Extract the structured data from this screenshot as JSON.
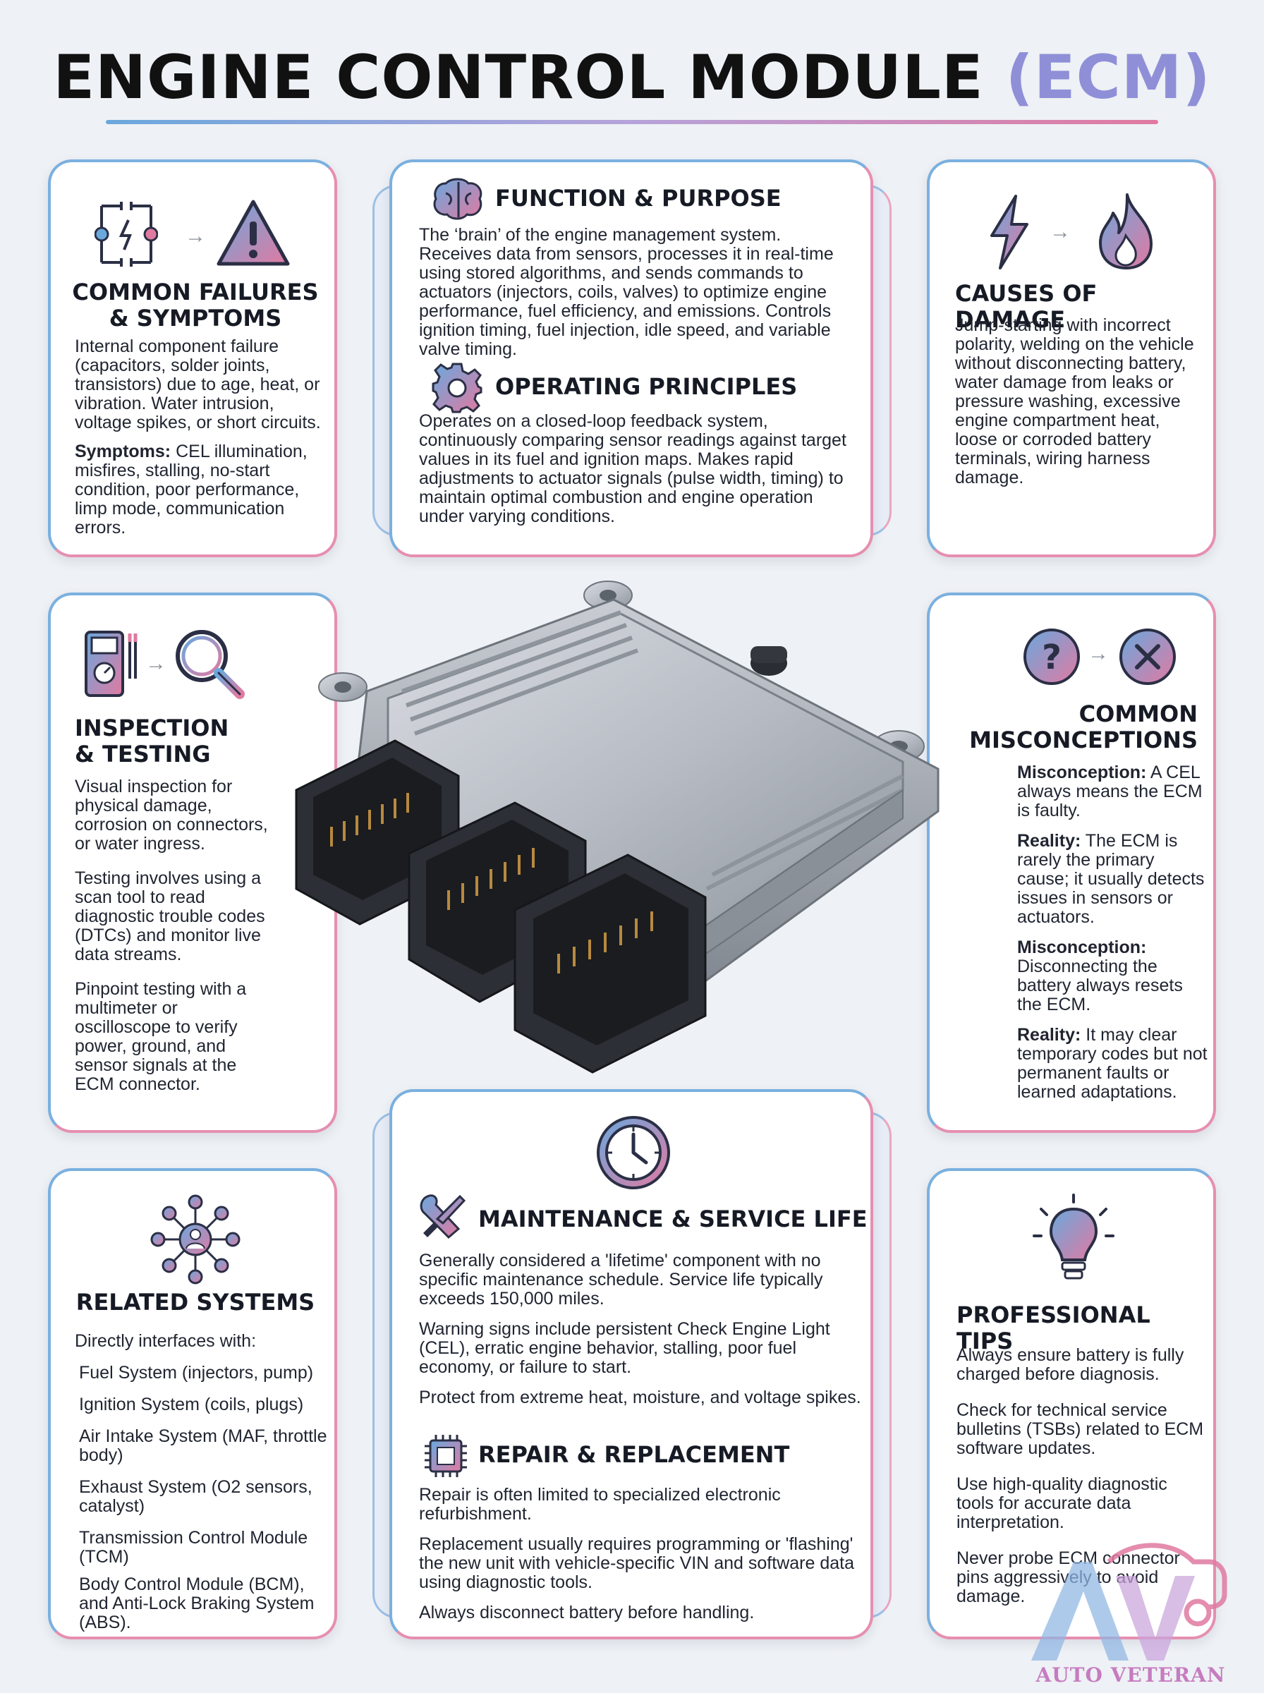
{
  "title": {
    "main": "ENGINE CONTROL MODULE",
    "accent": "(ECM)"
  },
  "failures": {
    "heading_1": "COMMON FAILURES",
    "heading_2": "& SYMPTOMS",
    "text": "Internal component failure (capacitors, solder joints, transistors) due to age, heat, or vibration. Water intrusion, voltage spikes, or short circuits.",
    "symptoms_label": "Symptoms:",
    "symptoms_text": " CEL illumination, misfires, stalling, no-start condition, poor performance, limp mode, communication errors."
  },
  "function": {
    "heading": "FUNCTION & PURPOSE",
    "text": "The ‘brain’ of the engine management system. Receives data from sensors, processes it in real-time using stored algorithms, and sends commands to actuators (injectors, coils, valves) to optimize engine performance, fuel efficiency, and emissions. Controls ignition timing, fuel injection, idle speed, and variable valve timing."
  },
  "principles": {
    "heading": "OPERATING PRINCIPLES",
    "text": "Operates on a closed-loop feedback system, continuously comparing sensor readings against target values in its fuel and ignition maps. Makes rapid adjustments to actuator signals (pulse width, timing) to maintain optimal combustion and engine operation under varying conditions."
  },
  "damage": {
    "heading": "CAUSES OF DAMAGE",
    "text": "Jump-starting with incorrect polarity, welding on the vehicle without disconnecting battery, water damage from leaks or pressure washing, excessive engine compartment heat, loose or corroded battery terminals, wiring harness damage."
  },
  "inspection": {
    "heading_1": "INSPECTION",
    "heading_2": "& TESTING",
    "p1": "Visual inspection for physical damage, corrosion on connectors, or water ingress.",
    "p2": "Testing involves using a scan tool to read diagnostic trouble codes (DTCs) and monitor live data streams.",
    "p3": "Pinpoint testing with a multimeter or oscilloscope to verify power, ground, and sensor signals at the ECM connector."
  },
  "misconceptions": {
    "heading_1": "COMMON",
    "heading_2": "MISCONCEPTIONS",
    "m1_label": "Misconception:",
    "m1_text": " A CEL always means the ECM is faulty.",
    "r1_label": "Reality:",
    "r1_text": " The ECM is rarely the primary cause; it usually detects issues in sensors or actuators.",
    "m2_label": "Misconception:",
    "m2_text": " Disconnecting the battery always resets the ECM.",
    "r2_label": "Reality:",
    "r2_text": " It may clear temporary codes but not permanent faults or learned adaptations."
  },
  "related": {
    "heading": "RELATED SYSTEMS",
    "intro": "Directly interfaces with:",
    "items": [
      "Fuel System (injectors, pump)",
      "Ignition System (coils, plugs)",
      "Air Intake System (MAF, throttle body)",
      "Exhaust System (O2 sensors, catalyst)",
      "Transmission Control Module (TCM)",
      "Body Control Module (BCM), and Anti-Lock Braking System (ABS)."
    ]
  },
  "maintenance": {
    "heading": "MAINTENANCE & SERVICE LIFE",
    "p1": "Generally considered a 'lifetime' component with no specific maintenance schedule. Service life typically exceeds 150,000 miles.",
    "p2": "Warning signs include persistent Check Engine Light (CEL), erratic engine behavior, stalling, poor fuel economy, or failure to start.",
    "p3": "Protect from extreme heat, moisture, and voltage spikes."
  },
  "repair": {
    "heading": "REPAIR & REPLACEMENT",
    "p1": "Repair is often limited to specialized electronic refurbishment.",
    "p2": "Replacement usually requires programming or 'flashing' the new unit with vehicle-specific VIN and software data using diagnostic tools.",
    "p3": "Always disconnect battery before handling."
  },
  "tips": {
    "heading": "PROFESSIONAL TIPS",
    "p1": "Always ensure battery is fully charged before diagnosis.",
    "p2": "Check for technical service bulletins (TSBs) related to ECM software updates.",
    "p3": "Use high-quality diagnostic tools for accurate data interpretation.",
    "p4": "Never probe ECM connector pins aggressively to avoid damage."
  },
  "watermark": "AUTO VETERAN",
  "colors": {
    "blue": "#6aa8dd",
    "pink": "#e07aa1",
    "lavender": "#a99bd8"
  },
  "icons": [
    "circuit-icon",
    "warning-icon",
    "brain-icon",
    "gear-icon",
    "lightning-icon",
    "flame-icon",
    "multimeter-icon",
    "magnifier-icon",
    "question-icon",
    "x-circle-icon",
    "network-icon",
    "clock-icon",
    "wrench-screwdriver-icon",
    "chip-icon",
    "lightbulb-icon",
    "ecm-module-image",
    "auto-veteran-logo"
  ]
}
